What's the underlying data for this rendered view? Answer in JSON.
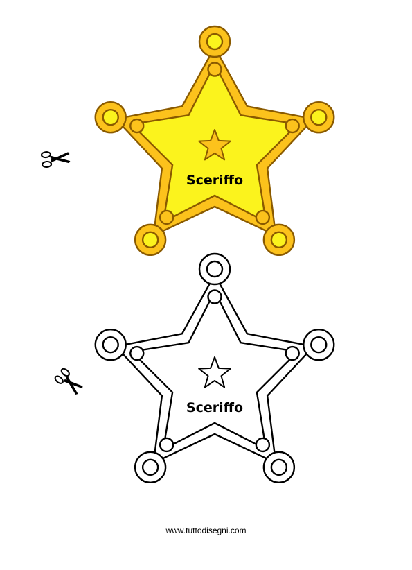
{
  "badges": [
    {
      "variant": "colored",
      "label": "Sceriffo",
      "outer_fill": "#fcc21c",
      "outer_stroke": "#8a5a00",
      "inner_fill": "#fbf31d",
      "ball_fill": "#fcc21c",
      "ball_ring": "#fbf31d",
      "small_star_fill": "#fcc21c"
    },
    {
      "variant": "outline",
      "label": "Sceriffo",
      "outer_fill": "#ffffff",
      "outer_stroke": "#000000",
      "inner_fill": "#ffffff",
      "ball_fill": "#ffffff",
      "ball_ring": "#ffffff",
      "small_star_fill": "#ffffff"
    }
  ],
  "icons": [
    "scissors-icon",
    "scissors-icon"
  ],
  "footer": {
    "url": "www.tuttodisegni.com"
  }
}
